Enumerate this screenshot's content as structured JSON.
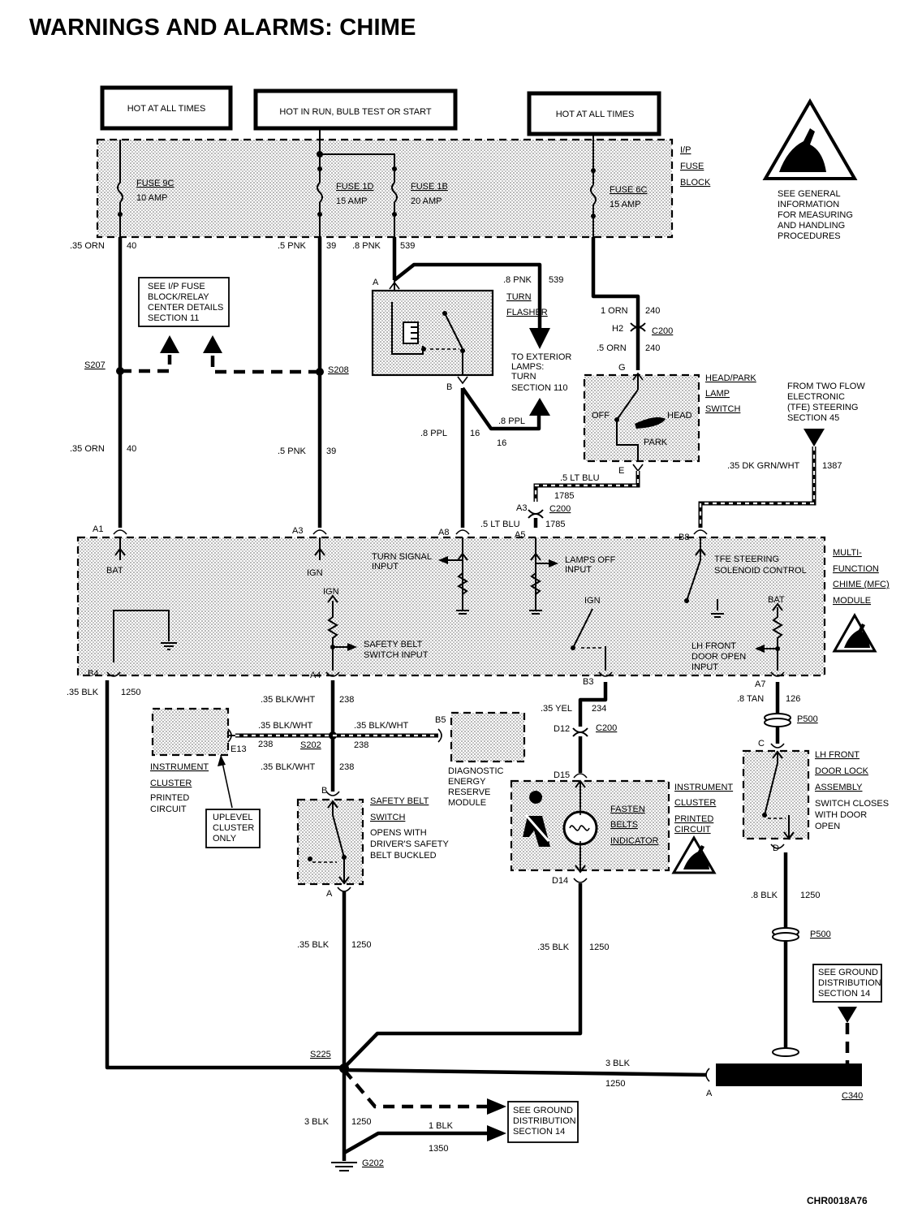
{
  "title": "WARNINGS AND ALARMS:  CHIME",
  "diagram_code": "CHR0018A76",
  "power": {
    "hot_at_all_times_1": "HOT AT ALL TIMES",
    "hot_in_run": "HOT IN RUN, BULB TEST OR START",
    "hot_at_all_times_2": "HOT AT ALL TIMES"
  },
  "fuse_block": {
    "label": [
      "I/P",
      "FUSE",
      "BLOCK"
    ],
    "fuses": [
      {
        "name": "FUSE 9C",
        "rating": "10 AMP"
      },
      {
        "name": "FUSE 1D",
        "rating": "15 AMP"
      },
      {
        "name": "FUSE 1B",
        "rating": "20 AMP"
      },
      {
        "name": "FUSE 6C",
        "rating": "15 AMP"
      }
    ]
  },
  "esd_note": [
    "SEE GENERAL",
    "INFORMATION",
    "FOR MEASURING",
    "AND HANDLING",
    "PROCEDURES"
  ],
  "wires": {
    "w40_top": {
      "gauge": ".35 ORN",
      "circuit": "40"
    },
    "w39_top": {
      "gauge": ".5 PNK",
      "circuit": "39"
    },
    "w539_top": {
      "gauge": ".8 PNK",
      "circuit": "539"
    },
    "w539_right": {
      "gauge": ".8 PNK",
      "circuit": "539"
    },
    "w240_a": {
      "gauge": "1 ORN",
      "circuit": "240"
    },
    "w240_b": {
      "gauge": ".5 ORN",
      "circuit": "240"
    },
    "w40_mid": {
      "gauge": ".35 ORN",
      "circuit": "40"
    },
    "w39_mid": {
      "gauge": ".5 PNK",
      "circuit": "39"
    },
    "w16_left": {
      "gauge": ".8 PPL",
      "circuit": "16"
    },
    "w16_right": {
      "gauge": ".8 PPL",
      "circuit": "16"
    },
    "w1785_a": {
      "gauge": ".5 LT BLU",
      "circuit": "1785"
    },
    "w1785_b": {
      "gauge": ".5 LT BLU",
      "circuit": "1785"
    },
    "w1387": {
      "gauge": ".35 DK GRN/WHT",
      "circuit": "1387"
    },
    "w1250_b4": {
      "gauge": ".35 BLK",
      "circuit": "1250"
    },
    "w238_a": {
      "gauge": ".35 BLK/WHT",
      "circuit": "238"
    },
    "w238_b": {
      "gauge": ".35 BLK/WHT",
      "circuit": "238"
    },
    "w238_c": {
      "gauge": ".35 BLK/WHT",
      "circuit": "238"
    },
    "w238_d": {
      "gauge": ".35 BLK/WHT",
      "circuit": "238"
    },
    "w234": {
      "gauge": ".35 YEL",
      "circuit": "234"
    },
    "w126": {
      "gauge": ".8 TAN",
      "circuit": "126"
    },
    "w1250_sb": {
      "gauge": ".35 BLK",
      "circuit": "1250"
    },
    "w1250_ic": {
      "gauge": ".35 BLK",
      "circuit": "1250"
    },
    "w1250_door": {
      "gauge": ".8 BLK",
      "circuit": "1250"
    },
    "w1250_c340": {
      "gauge": "3 BLK",
      "circuit": "1250"
    },
    "w1250_g202": {
      "gauge": "3 BLK",
      "circuit": "1250"
    },
    "w1350": {
      "gauge": "1 BLK",
      "circuit": "1350"
    }
  },
  "components": {
    "fuse_note": [
      "SEE I/P FUSE",
      "BLOCK/RELAY",
      "CENTER DETAILS",
      "SECTION 11"
    ],
    "turn_flasher": [
      "TURN",
      "FLASHER"
    ],
    "exterior_lamps": [
      "TO EXTERIOR",
      "LAMPS:",
      "TURN",
      "SECTION 110"
    ],
    "head_park_switch": [
      "HEAD/PARK",
      "LAMP",
      "SWITCH"
    ],
    "switch_positions": {
      "off": "OFF",
      "head": "HEAD",
      "park": "PARK"
    },
    "tfe_source": [
      "FROM TWO FLOW",
      "ELECTRONIC",
      "(TFE) STEERING",
      "SECTION 45"
    ],
    "mfc_module": [
      "MULTI-",
      "FUNCTION",
      "CHIME (MFC)",
      "MODULE"
    ],
    "mfc_inputs": {
      "bat": "BAT",
      "ign": "IGN",
      "ign2": "IGN",
      "ign3": "IGN",
      "bat2": "BAT",
      "turn_signal": [
        "TURN SIGNAL",
        "INPUT"
      ],
      "lamps_off": [
        "LAMPS OFF",
        "INPUT"
      ],
      "tfe_solenoid": [
        "TFE STEERING",
        "SOLENOID CONTROL"
      ],
      "safety_belt": [
        "SAFETY BELT",
        "SWITCH INPUT"
      ],
      "lh_door": [
        "LH FRONT",
        "DOOR OPEN",
        "INPUT"
      ]
    },
    "instrument_cluster_left": [
      "INSTRUMENT",
      "CLUSTER",
      "PRINTED",
      "CIRCUIT"
    ],
    "uplevel_note": [
      "UPLEVEL",
      "CLUSTER",
      "ONLY"
    ],
    "diagnostic_module": [
      "DIAGNOSTIC",
      "ENERGY",
      "RESERVE",
      "MODULE"
    ],
    "safety_belt_switch": [
      "SAFETY BELT",
      "SWITCH"
    ],
    "safety_belt_desc": [
      "OPENS WITH",
      "DRIVER'S SAFETY",
      "BELT BUCKLED"
    ],
    "fasten_belts": [
      "FASTEN",
      "BELTS",
      "INDICATOR"
    ],
    "instrument_cluster_right": [
      "INSTRUMENT",
      "CLUSTER",
      "PRINTED",
      "CIRCUIT"
    ],
    "lh_door_lock": [
      "LH FRONT",
      "DOOR LOCK",
      "ASSEMBLY"
    ],
    "lh_door_desc": [
      "SWITCH CLOSES",
      "WITH DOOR",
      "OPEN"
    ],
    "ground_note_1": [
      "SEE GROUND",
      "DISTRIBUTION",
      "SECTION 14"
    ],
    "ground_note_2": [
      "SEE GROUND",
      "DISTRIBUTION",
      "SECTION 14"
    ]
  },
  "connectors": {
    "h2": "H2",
    "c200_a": "C200",
    "g": "G",
    "e": "E",
    "a3": "A3",
    "c200_b": "C200",
    "a5": "A5",
    "a_flasher": "A",
    "b_flasher": "B",
    "a1": "A1",
    "a3_mfc": "A3",
    "a8": "A8",
    "b8": "B8",
    "b4": "B4",
    "a4": "A4",
    "b3": "B3",
    "a7": "A7",
    "e13": "E13",
    "b5": "B5",
    "b_sb": "B",
    "a_sb": "A",
    "d12": "D12",
    "c200_c": "C200",
    "d15": "D15",
    "d14": "D14",
    "p500_a": "P500",
    "c_door": "C",
    "d_door": "D",
    "p500_b": "P500",
    "a_c340": "A",
    "c340": "C340"
  },
  "splices": {
    "s207": "S207",
    "s208": "S208",
    "s202": "S202",
    "s225": "S225",
    "g202": "G202"
  }
}
